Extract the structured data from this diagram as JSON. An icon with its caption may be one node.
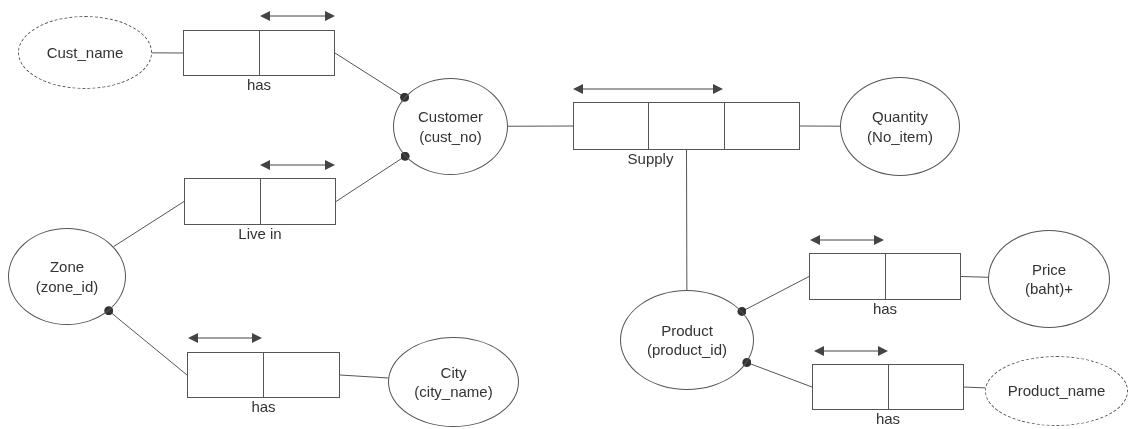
{
  "diagram": {
    "nodes": [
      {
        "text": [
          "Cust_name"
        ]
      },
      {
        "text": [
          "has"
        ]
      },
      {
        "text": [
          "Customer (cust_no)"
        ]
      },
      {
        "text": [
          "Supply"
        ]
      },
      {
        "text": [
          "Quantity (No_item)"
        ]
      },
      {
        "text": [
          "Live in"
        ]
      },
      {
        "text": [
          "Zone (zone_id)"
        ]
      },
      {
        "text": [
          "Price (baht)+"
        ]
      },
      {
        "text": [
          "has"
        ]
      },
      {
        "text": [
          "Product (product_id)"
        ]
      },
      {
        "text": [
          "has"
        ]
      },
      {
        "text": [
          "Product_name"
        ]
      },
      {
        "text": [
          "has"
        ]
      },
      {
        "text": [
          "City (city_name)"
        ]
      }
    ],
    "edges": [
      {
        "from": 0,
        "to": 1,
        "arrow": "none"
      },
      {
        "from": 1,
        "to": 2,
        "arrow": "other"
      },
      {
        "from": 2,
        "to": 3,
        "arrow": "none"
      },
      {
        "from": 3,
        "to": 4,
        "arrow": "none"
      },
      {
        "from": 3,
        "to": 9,
        "arrow": "none"
      },
      {
        "from": 5,
        "to": 2,
        "arrow": "other"
      },
      {
        "from": 6,
        "to": 5,
        "arrow": "none"
      },
      {
        "from": 12,
        "to": 6,
        "arrow": "other"
      },
      {
        "from": 12,
        "to": 13,
        "arrow": "none"
      },
      {
        "from": 8,
        "to": 9,
        "arrow": "other"
      },
      {
        "from": 8,
        "to": 7,
        "arrow": "none"
      },
      {
        "from": 10,
        "to": 9,
        "arrow": "other"
      },
      {
        "from": 10,
        "to": 11,
        "arrow": "none"
      }
    ]
  }
}
